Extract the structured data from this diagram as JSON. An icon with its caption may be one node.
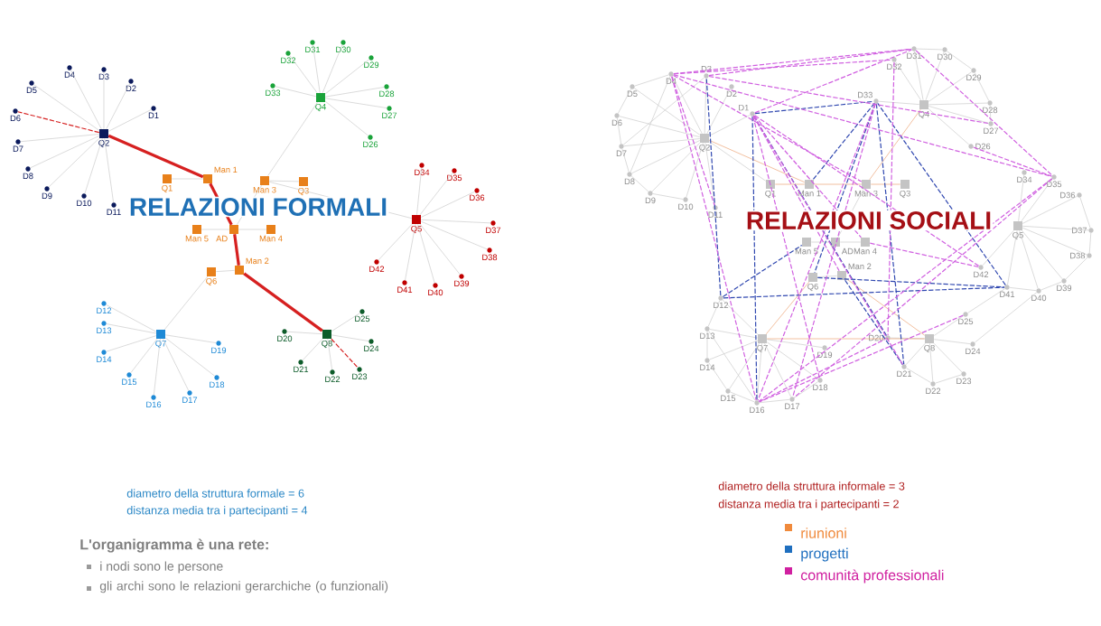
{
  "diagram": {
    "nodes": [
      {
        "text": [
          "Q1"
        ]
      },
      {
        "text": [
          "Q2"
        ]
      },
      {
        "text": [
          "Q3"
        ]
      },
      {
        "text": [
          "Q4"
        ]
      },
      {
        "text": [
          "Q5"
        ]
      },
      {
        "text": [
          "Q6"
        ]
      },
      {
        "text": [
          "Q7"
        ]
      },
      {
        "text": [
          "Q8"
        ]
      },
      {
        "text": [
          "Man 1"
        ]
      },
      {
        "text": [
          "Man 2"
        ]
      },
      {
        "text": [
          "Man 3"
        ]
      },
      {
        "text": [
          "Man 4"
        ]
      },
      {
        "text": [
          "Man 5"
        ]
      },
      {
        "text": [
          "AD"
        ]
      },
      {
        "text": [
          "D1"
        ]
      },
      {
        "text": [
          "D2"
        ]
      },
      {
        "text": [
          "D3"
        ]
      },
      {
        "text": [
          "D4"
        ]
      },
      {
        "text": [
          "D5"
        ]
      },
      {
        "text": [
          "D6"
        ]
      },
      {
        "text": [
          "D7"
        ]
      },
      {
        "text": [
          "D8"
        ]
      },
      {
        "text": [
          "D9"
        ]
      },
      {
        "text": [
          "D10"
        ]
      },
      {
        "text": [
          "D11"
        ]
      },
      {
        "text": [
          "D12"
        ]
      },
      {
        "text": [
          "D13"
        ]
      },
      {
        "text": [
          "D14"
        ]
      },
      {
        "text": [
          "D15"
        ]
      },
      {
        "text": [
          "D16"
        ]
      },
      {
        "text": [
          "D17"
        ]
      },
      {
        "text": [
          "D18"
        ]
      },
      {
        "text": [
          "D19"
        ]
      },
      {
        "text": [
          "D20"
        ]
      },
      {
        "text": [
          "D21"
        ]
      },
      {
        "text": [
          "D22"
        ]
      },
      {
        "text": [
          "D23"
        ]
      },
      {
        "text": [
          "D24"
        ]
      },
      {
        "text": [
          "D25"
        ]
      },
      {
        "text": [
          "D26"
        ]
      },
      {
        "text": [
          "D27"
        ]
      },
      {
        "text": [
          "D28"
        ]
      },
      {
        "text": [
          "D29"
        ]
      },
      {
        "text": [
          "D30"
        ]
      },
      {
        "text": [
          "D31"
        ]
      },
      {
        "text": [
          "D32"
        ]
      },
      {
        "text": [
          "D33"
        ]
      },
      {
        "text": [
          "D34"
        ]
      },
      {
        "text": [
          "D35"
        ]
      },
      {
        "text": [
          "D36"
        ]
      },
      {
        "text": [
          "D37"
        ]
      },
      {
        "text": [
          "D38"
        ]
      },
      {
        "text": [
          "D39"
        ]
      },
      {
        "text": [
          "D40"
        ]
      },
      {
        "text": [
          "D41"
        ]
      },
      {
        "text": [
          "D42"
        ]
      },
      {
        "text": [
          "Q1"
        ]
      },
      {
        "text": [
          "Q2"
        ]
      },
      {
        "text": [
          "Q3"
        ]
      },
      {
        "text": [
          "Q4"
        ]
      },
      {
        "text": [
          "Q5"
        ]
      },
      {
        "text": [
          "Q6"
        ]
      },
      {
        "text": [
          "Q7"
        ]
      },
      {
        "text": [
          "Q8"
        ]
      },
      {
        "text": [
          "Man 1"
        ]
      },
      {
        "text": [
          "Man 2"
        ]
      },
      {
        "text": [
          "Man 3"
        ]
      },
      {
        "text": [
          "Man 4"
        ]
      },
      {
        "text": [
          "Man 5"
        ]
      },
      {
        "text": [
          "AD"
        ]
      },
      {
        "text": [
          "D1"
        ]
      },
      {
        "text": [
          "D2"
        ]
      },
      {
        "text": [
          "D3"
        ]
      },
      {
        "text": [
          "D4"
        ]
      },
      {
        "text": [
          "D5"
        ]
      },
      {
        "text": [
          "D6"
        ]
      },
      {
        "text": [
          "D7"
        ]
      },
      {
        "text": [
          "D8"
        ]
      },
      {
        "text": [
          "D9"
        ]
      },
      {
        "text": [
          "D10"
        ]
      },
      {
        "text": [
          "D11"
        ]
      },
      {
        "text": [
          "D12"
        ]
      },
      {
        "text": [
          "D13"
        ]
      },
      {
        "text": [
          "D14"
        ]
      },
      {
        "text": [
          "D15"
        ]
      },
      {
        "text": [
          "D16"
        ]
      },
      {
        "text": [
          "D17"
        ]
      },
      {
        "text": [
          "D18"
        ]
      },
      {
        "text": [
          "D19"
        ]
      },
      {
        "text": [
          "D20"
        ]
      },
      {
        "text": [
          "D21"
        ]
      },
      {
        "text": [
          "D22"
        ]
      },
      {
        "text": [
          "D23"
        ]
      },
      {
        "text": [
          "D24"
        ]
      },
      {
        "text": [
          "D25"
        ]
      },
      {
        "text": [
          "D26"
        ]
      },
      {
        "text": [
          "D27"
        ]
      },
      {
        "text": [
          "D28"
        ]
      },
      {
        "text": [
          "D29"
        ]
      },
      {
        "text": [
          "D30"
        ]
      },
      {
        "text": [
          "D31"
        ]
      },
      {
        "text": [
          "D32"
        ]
      },
      {
        "text": [
          "D33"
        ]
      },
      {
        "text": [
          "D34"
        ]
      },
      {
        "text": [
          "D35"
        ]
      },
      {
        "text": [
          "D36"
        ]
      },
      {
        "text": [
          "D37"
        ]
      },
      {
        "text": [
          "D38"
        ]
      },
      {
        "text": [
          "D39"
        ]
      },
      {
        "text": [
          "D40"
        ]
      },
      {
        "text": [
          "D41"
        ]
      },
      {
        "text": [
          "D42"
        ]
      }
    ],
    "edges": [
      {
        "from": 1,
        "to": 14,
        "arrow": "none"
      },
      {
        "from": 1,
        "to": 15,
        "arrow": "none"
      },
      {
        "from": 1,
        "to": 16,
        "arrow": "none"
      },
      {
        "from": 1,
        "to": 17,
        "arrow": "none"
      },
      {
        "from": 1,
        "to": 18,
        "arrow": "none"
      },
      {
        "from": 1,
        "to": 19,
        "arrow": "none",
        "style": "dashed",
        "color": "#d62020"
      },
      {
        "from": 1,
        "to": 20,
        "arrow": "none"
      },
      {
        "from": 1,
        "to": 21,
        "arrow": "none"
      },
      {
        "from": 1,
        "to": 22,
        "arrow": "none"
      },
      {
        "from": 1,
        "to": 23,
        "arrow": "none"
      },
      {
        "from": 1,
        "to": 24,
        "arrow": "none"
      },
      {
        "from": 3,
        "to": 39,
        "arrow": "none"
      },
      {
        "from": 3,
        "to": 40,
        "arrow": "none"
      },
      {
        "from": 3,
        "to": 41,
        "arrow": "none"
      },
      {
        "from": 3,
        "to": 42,
        "arrow": "none"
      },
      {
        "from": 3,
        "to": 43,
        "arrow": "none"
      },
      {
        "from": 3,
        "to": 44,
        "arrow": "none"
      },
      {
        "from": 3,
        "to": 45,
        "arrow": "none"
      },
      {
        "from": 3,
        "to": 46,
        "arrow": "none"
      },
      {
        "from": 4,
        "to": 47,
        "arrow": "none"
      },
      {
        "from": 4,
        "to": 48,
        "arrow": "none"
      },
      {
        "from": 4,
        "to": 49,
        "arrow": "none"
      },
      {
        "from": 4,
        "to": 50,
        "arrow": "none"
      },
      {
        "from": 4,
        "to": 51,
        "arrow": "none"
      },
      {
        "from": 4,
        "to": 52,
        "arrow": "none"
      },
      {
        "from": 4,
        "to": 53,
        "arrow": "none"
      },
      {
        "from": 4,
        "to": 54,
        "arrow": "none"
      },
      {
        "from": 4,
        "to": 55,
        "arrow": "none"
      },
      {
        "from": 6,
        "to": 25,
        "arrow": "none"
      },
      {
        "from": 6,
        "to": 26,
        "arrow": "none"
      },
      {
        "from": 6,
        "to": 27,
        "arrow": "none"
      },
      {
        "from": 6,
        "to": 28,
        "arrow": "none"
      },
      {
        "from": 6,
        "to": 29,
        "arrow": "none"
      },
      {
        "from": 6,
        "to": 30,
        "arrow": "none"
      },
      {
        "from": 6,
        "to": 31,
        "arrow": "none"
      },
      {
        "from": 6,
        "to": 32,
        "arrow": "none"
      },
      {
        "from": 7,
        "to": 33,
        "arrow": "none"
      },
      {
        "from": 7,
        "to": 34,
        "arrow": "none"
      },
      {
        "from": 7,
        "to": 35,
        "arrow": "none"
      },
      {
        "from": 7,
        "to": 36,
        "arrow": "none",
        "style": "dashed",
        "color": "#d62020"
      },
      {
        "from": 7,
        "to": 37,
        "arrow": "none"
      },
      {
        "from": 7,
        "to": 38,
        "arrow": "none"
      },
      {
        "from": 0,
        "to": 8,
        "arrow": "none"
      },
      {
        "from": 1,
        "to": 8,
        "arrow": "none",
        "style": "thick",
        "color": "#d62020"
      },
      {
        "from": 8,
        "to": 13,
        "arrow": "none",
        "style": "thick",
        "color": "#d62020"
      },
      {
        "from": 13,
        "to": 9,
        "arrow": "none",
        "style": "thick",
        "color": "#d62020"
      },
      {
        "from": 9,
        "to": 7,
        "arrow": "none",
        "style": "thick",
        "color": "#d62020"
      },
      {
        "from": 5,
        "to": 9,
        "arrow": "none"
      },
      {
        "from": 6,
        "to": 5,
        "arrow": "none"
      },
      {
        "from": 10,
        "to": 2,
        "arrow": "none"
      },
      {
        "from": 10,
        "to": 3,
        "arrow": "none"
      },
      {
        "from": 10,
        "to": 4,
        "arrow": "none"
      },
      {
        "from": 10,
        "to": 13,
        "arrow": "none"
      },
      {
        "from": 12,
        "to": 13,
        "arrow": "none"
      },
      {
        "from": 11,
        "to": 13,
        "arrow": "none"
      },
      {
        "from": 57,
        "to": 70,
        "arrow": "none"
      },
      {
        "from": 57,
        "to": 71,
        "arrow": "none"
      },
      {
        "from": 57,
        "to": 72,
        "arrow": "none"
      },
      {
        "from": 57,
        "to": 73,
        "arrow": "none"
      },
      {
        "from": 57,
        "to": 74,
        "arrow": "none"
      },
      {
        "from": 57,
        "to": 75,
        "arrow": "none"
      },
      {
        "from": 57,
        "to": 76,
        "arrow": "none"
      },
      {
        "from": 57,
        "to": 77,
        "arrow": "none"
      },
      {
        "from": 57,
        "to": 78,
        "arrow": "none"
      },
      {
        "from": 57,
        "to": 79,
        "arrow": "none"
      },
      {
        "from": 57,
        "to": 80,
        "arrow": "none"
      },
      {
        "from": 59,
        "to": 95,
        "arrow": "none"
      },
      {
        "from": 59,
        "to": 96,
        "arrow": "none"
      },
      {
        "from": 59,
        "to": 97,
        "arrow": "none"
      },
      {
        "from": 59,
        "to": 98,
        "arrow": "none"
      },
      {
        "from": 59,
        "to": 99,
        "arrow": "none"
      },
      {
        "from": 59,
        "to": 100,
        "arrow": "none"
      },
      {
        "from": 59,
        "to": 101,
        "arrow": "none"
      },
      {
        "from": 59,
        "to": 102,
        "arrow": "none"
      },
      {
        "from": 60,
        "to": 103,
        "arrow": "none"
      },
      {
        "from": 60,
        "to": 104,
        "arrow": "none"
      },
      {
        "from": 60,
        "to": 105,
        "arrow": "none"
      },
      {
        "from": 60,
        "to": 106,
        "arrow": "none"
      },
      {
        "from": 60,
        "to": 107,
        "arrow": "none"
      },
      {
        "from": 60,
        "to": 108,
        "arrow": "none"
      },
      {
        "from": 60,
        "to": 109,
        "arrow": "none"
      },
      {
        "from": 60,
        "to": 110,
        "arrow": "none"
      },
      {
        "from": 60,
        "to": 111,
        "arrow": "none"
      },
      {
        "from": 62,
        "to": 81,
        "arrow": "none"
      },
      {
        "from": 62,
        "to": 82,
        "arrow": "none"
      },
      {
        "from": 62,
        "to": 83,
        "arrow": "none"
      },
      {
        "from": 62,
        "to": 84,
        "arrow": "none"
      },
      {
        "from": 62,
        "to": 85,
        "arrow": "none"
      },
      {
        "from": 62,
        "to": 86,
        "arrow": "none"
      },
      {
        "from": 62,
        "to": 87,
        "arrow": "none"
      },
      {
        "from": 62,
        "to": 88,
        "arrow": "none"
      },
      {
        "from": 63,
        "to": 89,
        "arrow": "none"
      },
      {
        "from": 63,
        "to": 90,
        "arrow": "none"
      },
      {
        "from": 63,
        "to": 91,
        "arrow": "none"
      },
      {
        "from": 63,
        "to": 92,
        "arrow": "none"
      },
      {
        "from": 63,
        "to": 93,
        "arrow": "none"
      },
      {
        "from": 63,
        "to": 94,
        "arrow": "none"
      },
      {
        "from": 73,
        "to": 74,
        "arrow": "none"
      },
      {
        "from": 74,
        "to": 75,
        "arrow": "none"
      },
      {
        "from": 75,
        "to": 76,
        "arrow": "none"
      },
      {
        "from": 76,
        "to": 77,
        "arrow": "none"
      },
      {
        "from": 77,
        "to": 78,
        "arrow": "none"
      },
      {
        "from": 78,
        "to": 79,
        "arrow": "none"
      },
      {
        "from": 73,
        "to": 77,
        "arrow": "none"
      },
      {
        "from": 72,
        "to": 76,
        "arrow": "none"
      },
      {
        "from": 82,
        "to": 83,
        "arrow": "none"
      },
      {
        "from": 83,
        "to": 84,
        "arrow": "none"
      },
      {
        "from": 84,
        "to": 85,
        "arrow": "none"
      },
      {
        "from": 85,
        "to": 86,
        "arrow": "none"
      },
      {
        "from": 86,
        "to": 87,
        "arrow": "none"
      },
      {
        "from": 82,
        "to": 85,
        "arrow": "none"
      },
      {
        "from": 90,
        "to": 91,
        "arrow": "none"
      },
      {
        "from": 91,
        "to": 92,
        "arrow": "none"
      },
      {
        "from": 107,
        "to": 108,
        "arrow": "none"
      },
      {
        "from": 108,
        "to": 109,
        "arrow": "none"
      },
      {
        "from": 109,
        "to": 110,
        "arrow": "none"
      },
      {
        "from": 105,
        "to": 106,
        "arrow": "none"
      },
      {
        "from": 106,
        "to": 107,
        "arrow": "none"
      },
      {
        "from": 98,
        "to": 99,
        "arrow": "none"
      },
      {
        "from": 99,
        "to": 100,
        "arrow": "none"
      },
      {
        "from": 97,
        "to": 98,
        "arrow": "none"
      },
      {
        "from": 96,
        "to": 97,
        "arrow": "none"
      },
      {
        "from": 81,
        "to": 82,
        "arrow": "none"
      },
      {
        "from": 110,
        "to": 94,
        "arrow": "none"
      },
      {
        "from": 93,
        "to": 109,
        "arrow": "none"
      },
      {
        "from": 56,
        "to": 57,
        "arrow": "none"
      },
      {
        "from": 66,
        "to": 69,
        "arrow": "none"
      },
      {
        "from": 68,
        "to": 69,
        "arrow": "none"
      },
      {
        "from": 67,
        "to": 69,
        "arrow": "none"
      },
      {
        "from": 61,
        "to": 65,
        "arrow": "none"
      },
      {
        "from": 57,
        "to": 64,
        "arrow": "none",
        "color": "#eba070"
      },
      {
        "from": 56,
        "to": 64,
        "arrow": "none",
        "color": "#eba070"
      },
      {
        "from": 66,
        "to": 58,
        "arrow": "none",
        "color": "#eba070"
      },
      {
        "from": 66,
        "to": 59,
        "arrow": "none",
        "color": "#eba070"
      },
      {
        "from": 62,
        "to": 61,
        "arrow": "none",
        "color": "#eba070"
      },
      {
        "from": 62,
        "to": 63,
        "arrow": "none",
        "color": "#eba070"
      },
      {
        "from": 65,
        "to": 63,
        "arrow": "none",
        "color": "#eba070"
      },
      {
        "from": 64,
        "to": 66,
        "arrow": "none",
        "color": "#eba070"
      },
      {
        "from": 70,
        "to": 102,
        "arrow": "none",
        "style": "dashed",
        "color": "#3048b0"
      },
      {
        "from": 102,
        "to": 64,
        "arrow": "none",
        "style": "dashed",
        "color": "#3048b0"
      },
      {
        "from": 102,
        "to": 90,
        "arrow": "none",
        "style": "dashed",
        "color": "#3048b0"
      },
      {
        "from": 70,
        "to": 89,
        "arrow": "none",
        "style": "dashed",
        "color": "#3048b0"
      },
      {
        "from": 81,
        "to": 110,
        "arrow": "none",
        "style": "dashed",
        "color": "#3048b0"
      },
      {
        "from": 81,
        "to": 68,
        "arrow": "none",
        "style": "dashed",
        "color": "#3048b0"
      },
      {
        "from": 81,
        "to": 72,
        "arrow": "none",
        "style": "dashed",
        "color": "#3048b0"
      },
      {
        "from": 110,
        "to": 102,
        "arrow": "none",
        "style": "dashed",
        "color": "#3048b0"
      },
      {
        "from": 70,
        "to": 85,
        "arrow": "none",
        "style": "dashed",
        "color": "#3048b0"
      },
      {
        "from": 61,
        "to": 110,
        "arrow": "none",
        "style": "dashed",
        "color": "#3048b0"
      },
      {
        "from": 65,
        "to": 90,
        "arrow": "none",
        "style": "dashed",
        "color": "#3048b0"
      },
      {
        "from": 102,
        "to": 61,
        "arrow": "none",
        "style": "dashed",
        "color": "#3048b0"
      },
      {
        "from": 73,
        "to": 100,
        "arrow": "none",
        "style": "dashed",
        "color": "#d060e0"
      },
      {
        "from": 73,
        "to": 101,
        "arrow": "none",
        "style": "dashed",
        "color": "#d060e0"
      },
      {
        "from": 72,
        "to": 100,
        "arrow": "none",
        "style": "dashed",
        "color": "#d060e0"
      },
      {
        "from": 73,
        "to": 80,
        "arrow": "none",
        "style": "dashed",
        "color": "#d060e0"
      },
      {
        "from": 73,
        "to": 66,
        "arrow": "none",
        "style": "dashed",
        "color": "#d060e0"
      },
      {
        "from": 73,
        "to": 85,
        "arrow": "none",
        "style": "dashed",
        "color": "#d060e0"
      },
      {
        "from": 72,
        "to": 96,
        "arrow": "none",
        "style": "dashed",
        "color": "#d060e0"
      },
      {
        "from": 70,
        "to": 100,
        "arrow": "none",
        "style": "dashed",
        "color": "#d060e0"
      },
      {
        "from": 70,
        "to": 65,
        "arrow": "none",
        "style": "dashed",
        "color": "#d060e0"
      },
      {
        "from": 70,
        "to": 67,
        "arrow": "none",
        "style": "dashed",
        "color": "#d060e0"
      },
      {
        "from": 70,
        "to": 90,
        "arrow": "none",
        "style": "dashed",
        "color": "#d060e0"
      },
      {
        "from": 70,
        "to": 87,
        "arrow": "none",
        "style": "dashed",
        "color": "#d060e0"
      },
      {
        "from": 102,
        "to": 85,
        "arrow": "none",
        "style": "dashed",
        "color": "#d060e0"
      },
      {
        "from": 102,
        "to": 86,
        "arrow": "none",
        "style": "dashed",
        "color": "#d060e0"
      },
      {
        "from": 100,
        "to": 104,
        "arrow": "none",
        "style": "dashed",
        "color": "#d060e0"
      },
      {
        "from": 101,
        "to": 89,
        "arrow": "none",
        "style": "dashed",
        "color": "#d060e0"
      },
      {
        "from": 95,
        "to": 104,
        "arrow": "none",
        "style": "dashed",
        "color": "#d060e0"
      },
      {
        "from": 104,
        "to": 85,
        "arrow": "none",
        "style": "dashed",
        "color": "#d060e0"
      },
      {
        "from": 104,
        "to": 86,
        "arrow": "none",
        "style": "dashed",
        "color": "#d060e0"
      },
      {
        "from": 111,
        "to": 70,
        "arrow": "none",
        "style": "dashed",
        "color": "#d060e0"
      },
      {
        "from": 111,
        "to": 67,
        "arrow": "none",
        "style": "dashed",
        "color": "#d060e0"
      },
      {
        "from": 94,
        "to": 85,
        "arrow": "none",
        "style": "dashed",
        "color": "#d060e0"
      },
      {
        "from": 85,
        "to": 89,
        "arrow": "none",
        "style": "dashed",
        "color": "#d060e0"
      },
      {
        "from": 73,
        "to": 104,
        "arrow": "none",
        "style": "dashed",
        "color": "#d060e0"
      }
    ],
    "labels": [
      "RELAZIONI FORMALI",
      "diametro della struttura formale = 6",
      "distanza media tra i partecipanti = 4",
      "L'organigramma è una rete:",
      "i nodi sono le persone",
      "gli archi sono le relazioni gerarchiche (o funzionali)",
      "RELAZIONI SOCIALI",
      "diametro della struttura informale = 3",
      "distanza media tra i partecipanti = 2"
    ],
    "legend": [
      {
        "text": "riunioni",
        "color": "#f08a3c"
      },
      {
        "text": "progetti",
        "color": "#1f6fbf"
      },
      {
        "text": "comunità professionali",
        "color": "#d020a0"
      }
    ]
  }
}
